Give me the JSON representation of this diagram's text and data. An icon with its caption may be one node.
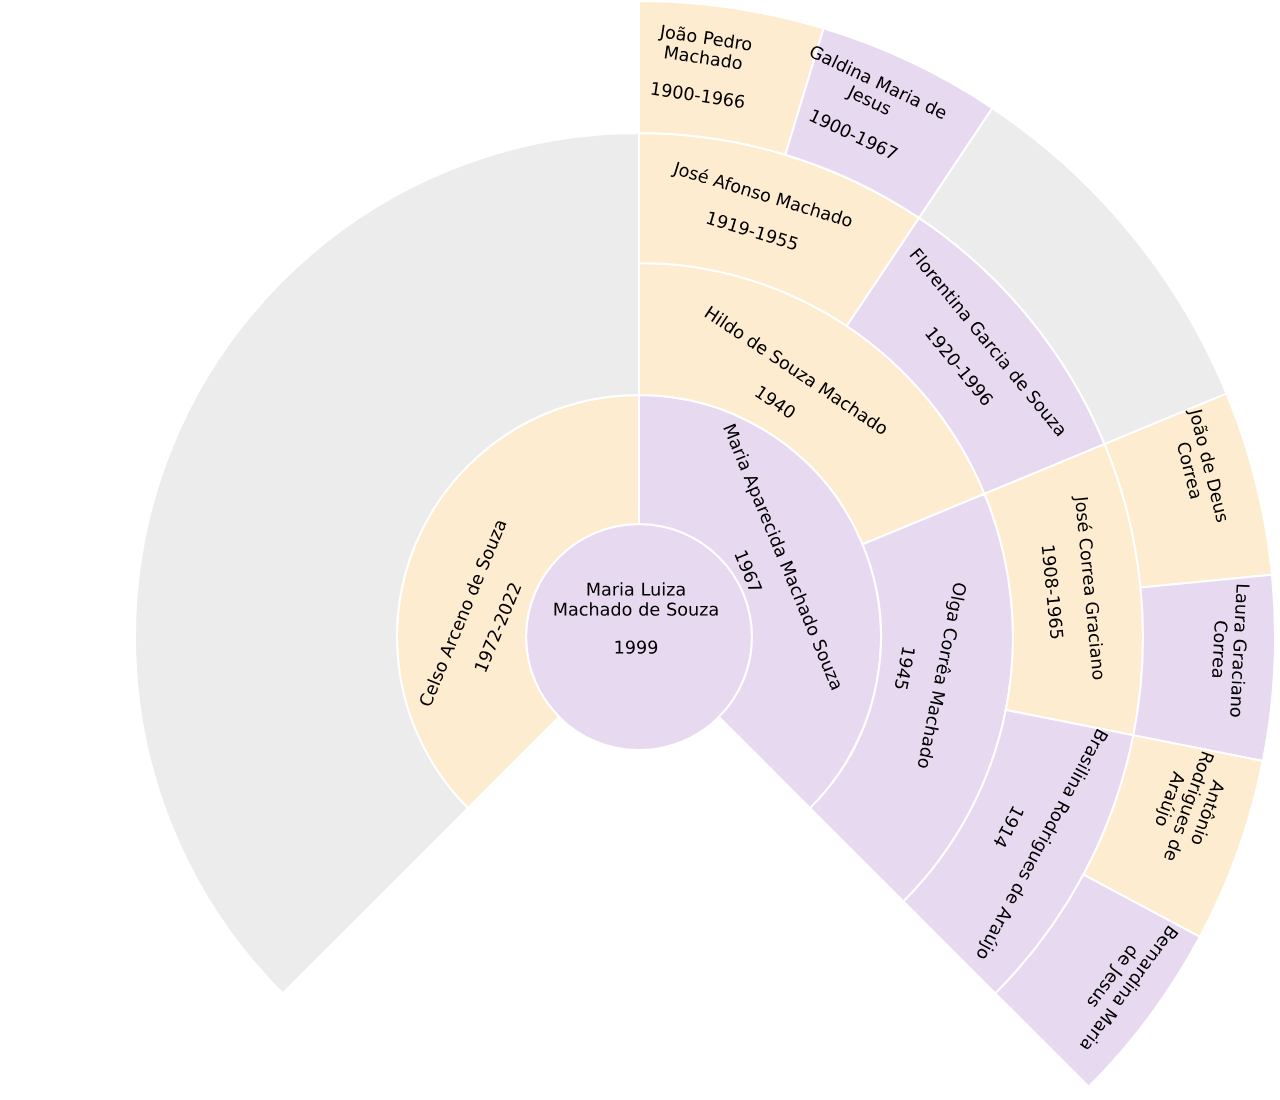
{
  "diagram": {
    "nodes": [
      {
        "text": [
          "Maria Luiza Machado de Souza",
          "1999"
        ]
      },
      {
        "text": [
          "Celso Arceno de Souza",
          "1972-2022"
        ]
      },
      {
        "text": [
          "Maria Aparecida Machado Souza",
          "1967"
        ]
      },
      {
        "text": [],
        "shape": "sector"
      },
      {
        "text": [
          "Hildo de Souza Machado",
          "1940"
        ]
      },
      {
        "text": [
          "Olga Corrêa Machado",
          "1945"
        ]
      },
      {
        "text": [
          "José Afonso Machado",
          "1919-1955"
        ]
      },
      {
        "text": [
          "Florentina Garcia de Souza",
          "1920-1996"
        ]
      },
      {
        "text": [
          "José Correa Graciano",
          "1908-1965"
        ]
      },
      {
        "text": [
          "Brasilina Rodrigues de Araújo",
          "1914"
        ]
      },
      {
        "text": [
          "João Pedro Machado",
          "1900-1966"
        ]
      },
      {
        "text": [
          "Galdina Maria de Jesus",
          "1900-1967"
        ]
      },
      {
        "text": [],
        "shape": "sector"
      },
      {
        "text": [
          "João de Deus Correa"
        ]
      },
      {
        "text": [
          "Laura Graciano Correa"
        ]
      },
      {
        "text": [
          "Antônio Rodrigues de Araújo"
        ]
      },
      {
        "text": [
          "Bernardina Maria de Jesus"
        ]
      }
    ]
  }
}
